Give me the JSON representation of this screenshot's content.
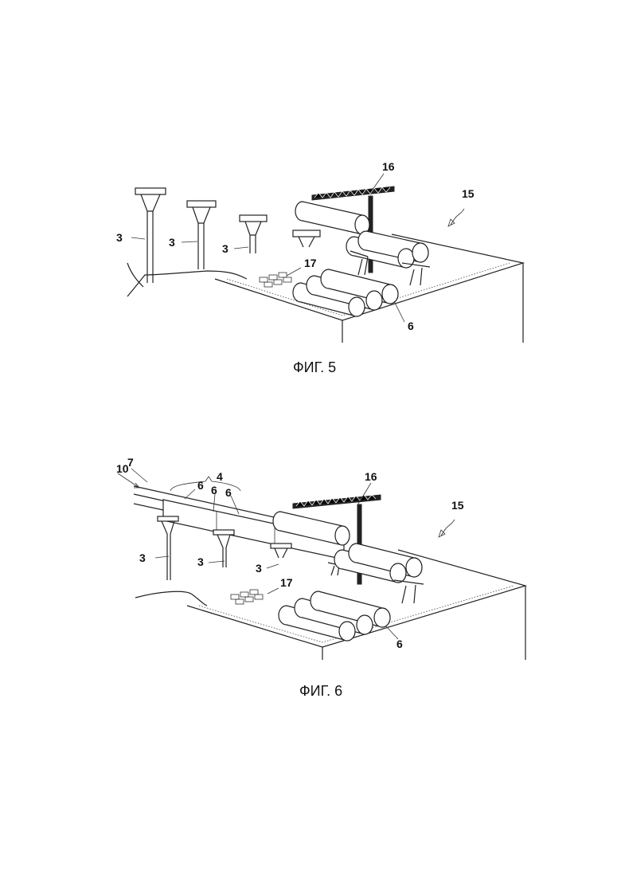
{
  "figures": [
    {
      "caption": "ФИГ. 5",
      "labels": {
        "support_a": "3",
        "support_b": "3",
        "support_c": "3",
        "pipe_label": "6",
        "crane": "16",
        "workshop_arrow": "15",
        "unit": "17"
      }
    },
    {
      "caption": "ФИГ. 6",
      "labels": {
        "arrow10": "10",
        "arrow7": "7",
        "string4": "4",
        "pipe_a": "6",
        "pipe_b": "6",
        "pipe_c": "6",
        "support_a": "3",
        "support_b": "3",
        "support_c": "3",
        "pipe_label": "6",
        "crane": "16",
        "workshop_arrow": "15",
        "unit": "17"
      }
    }
  ]
}
